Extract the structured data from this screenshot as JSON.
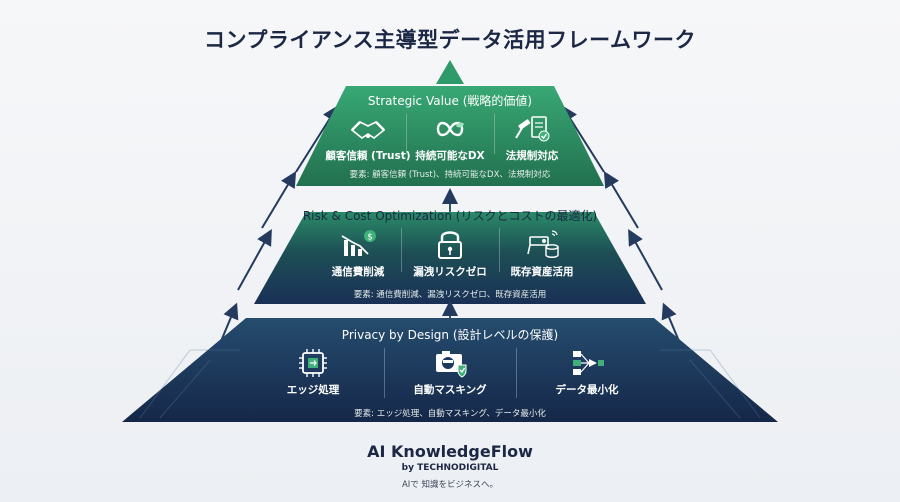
{
  "title": "コンプライアンス主導型データ活用フレームワーク",
  "tiers": {
    "top": {
      "title": "Strategic Value (戦略的価値)",
      "items": [
        "顧客信頼 (Trust)",
        "持続可能なDX",
        "法規制対応"
      ],
      "elements": "要素: 顧客信頼 (Trust)、持続可能なDX、法規制対応"
    },
    "middle": {
      "title": "Risk & Cost Optimization (リスクとコストの最適化)",
      "items": [
        "通信費削減",
        "漏洩リスクゼロ",
        "既存資産活用"
      ],
      "elements": "要素: 通信費削減、漏洩リスクゼロ、既存資産活用"
    },
    "bottom": {
      "title": "Privacy by Design (設計レベルの保護)",
      "items": [
        "エッジ処理",
        "自動マスキング",
        "データ最小化"
      ],
      "elements": "要素: エッジ処理、自動マスキング、データ最小化"
    }
  },
  "icons": {
    "top": [
      "handshake-icon",
      "infinity-leaf-icon",
      "gavel-document-icon"
    ],
    "middle": [
      "chart-down-dollar-icon",
      "padlock-icon",
      "cloud-database-icon"
    ],
    "bottom": [
      "chip-icon",
      "camera-mask-icon",
      "data-flow-icon"
    ]
  },
  "colors": {
    "green": "#2f9a6a",
    "navy": "#1a2f56",
    "check": "#3fb07a"
  },
  "brand": {
    "name": "AI KnowledgeFlow",
    "by": "by TECHNODIGITAL",
    "tagline": "AIで 知識をビジネスへ。"
  }
}
